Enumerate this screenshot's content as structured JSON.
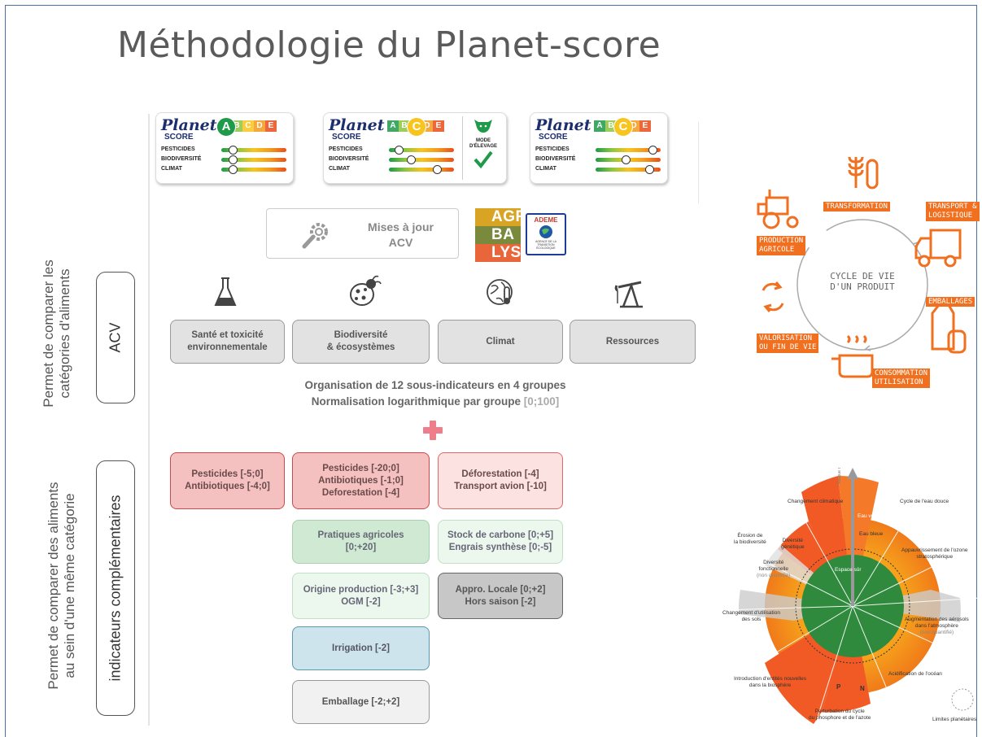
{
  "title": "Méthodologie du Planet-score",
  "side": {
    "top_text_line1": "Permet de comparer les",
    "top_text_line2": "catégories d'aliments",
    "top_box": "ACV",
    "bottom_text_line1": "Permet de comparer des aliments",
    "bottom_text_line2": "au sein d'une même catégorie",
    "bottom_box": "indicateurs complémentaires"
  },
  "planet_scores": [
    {
      "brand1": "Planet",
      "brand2": "SCORE",
      "grade": "A",
      "letters": [
        "A",
        "B",
        "C",
        "D",
        "E"
      ],
      "rows": [
        "PESTICIDES",
        "BIODIVERSITÉ",
        "CLIMAT"
      ],
      "levels": [
        0.12,
        0.12,
        0.12
      ],
      "extra": false
    },
    {
      "brand1": "Planet",
      "brand2": "SCORE",
      "grade": "C",
      "letters": [
        "A",
        "B",
        "C",
        "D",
        "E"
      ],
      "rows": [
        "PESTICIDES",
        "BIODIVERSITÉ",
        "CLIMAT"
      ],
      "levels": [
        0.1,
        0.3,
        0.75
      ],
      "extra": true,
      "extra_line1": "MODE",
      "extra_line2": "D'ÉLEVAGE"
    },
    {
      "brand1": "Planet",
      "brand2": "SCORE",
      "grade": "C",
      "letters": [
        "A",
        "B",
        "C",
        "D",
        "E"
      ],
      "rows": [
        "PESTICIDES",
        "BIODIVERSITÉ",
        "CLIMAT"
      ],
      "levels": [
        0.9,
        0.45,
        0.85
      ],
      "extra": false
    }
  ],
  "acv_update": {
    "line1": "Mises à jour",
    "line2": "ACV"
  },
  "agribalyse": [
    "AGRI",
    "BA",
    "LYSE"
  ],
  "ademe": {
    "name": "ADEME",
    "sub": "AGENCE DE LA TRANSITION ÉCOLOGIQUE"
  },
  "categories": [
    {
      "line1": "Santé et toxicité",
      "line2": "environnementale",
      "icon": "flask-icon"
    },
    {
      "line1": "Biodiversité",
      "line2": "& écosystèmes",
      "icon": "ladybug-icon"
    },
    {
      "line1": "Climat",
      "line2": "",
      "icon": "globe-thermometer-icon"
    },
    {
      "line1": "Ressources",
      "line2": "",
      "icon": "oil-pump-icon"
    }
  ],
  "organisation": {
    "line1": "Organisation de 12 sous-indicateurs en 4 groupes",
    "line2_main": "Normalisation logarithmique par groupe ",
    "line2_range": "[0;100]"
  },
  "indicators": {
    "col1": [
      {
        "lines": [
          "Pesticides  [-5;0]",
          "Antibiotiques [-4;0]"
        ]
      }
    ],
    "col2": [
      {
        "lines": [
          "Pesticides  [-20;0]",
          "Antibiotiques [-1;0]",
          "Deforestation [-4]"
        ]
      },
      {
        "lines": [
          "Pratiques agricoles",
          "[0;+20]"
        ]
      },
      {
        "lines": [
          "Origine production [-3;+3]",
          "OGM [-2]"
        ]
      },
      {
        "lines": [
          "Irrigation [-2]"
        ]
      },
      {
        "lines": [
          "Emballage [-2;+2]"
        ]
      }
    ],
    "col3": [
      {
        "lines": [
          "Déforestation [-4]",
          "Transport avion [-10]"
        ]
      },
      {
        "lines": [
          "Stock de carbone [0;+5]",
          "Engrais synthèse [0;-5]"
        ]
      },
      {
        "lines": [
          "Appro. Locale [0;+2]",
          "Hors saison [-2]"
        ]
      }
    ]
  },
  "lifecycle": {
    "center_line1": "CYCLE DE VIE",
    "center_line2": "D'UN PRODUIT",
    "stages": [
      {
        "line1": "TRANSFORMATION",
        "line2": ""
      },
      {
        "line1": "TRANSPORT &",
        "line2": "LOGISTIQUE"
      },
      {
        "line1": "EMBALLAGES",
        "line2": ""
      },
      {
        "line1": "CONSOMMATION",
        "line2": "UTILISATION"
      },
      {
        "line1": "VALORISATION",
        "line2": "OU FIN DE VIE"
      },
      {
        "line1": "PRODUCTION",
        "line2": "AGRICOLE"
      }
    ],
    "accent": "#f07020"
  },
  "planetary": {
    "labels": {
      "climat": "Changement climatique",
      "eau": "Cycle de l'eau douce",
      "eau_verte": "Eau verte",
      "eau_bleue": "Eau bleue",
      "ozone1": "Appauvrissement de l'ozone",
      "ozone2": "stratosphérique",
      "aerosol1": "Augmentation des aérosols",
      "aerosol2": "dans l'atmosphère",
      "aerosol3": "(non quantifié)",
      "ocean": "Acidification de l'océan",
      "pn1": "Perturbation du cycle",
      "pn2": "du phosphore et de l'azote",
      "p": "P",
      "n": "N",
      "nouv1": "Introduction d'entités nouvelles",
      "nouv2": "dans la biosphère",
      "sols1": "Changement d'utilisation",
      "sols2": "des sols",
      "fonc1": "Diversité",
      "fonc2": "fonctionnelle",
      "fonc3": "(non quantifié)",
      "erosion1": "Érosion de",
      "erosion2": "la biodiversité",
      "gen1": "Diversité",
      "gen2": "génétique",
      "safe": "Espace sûr",
      "risk": "Risque croissant",
      "limits": "Limites planétaires"
    }
  }
}
